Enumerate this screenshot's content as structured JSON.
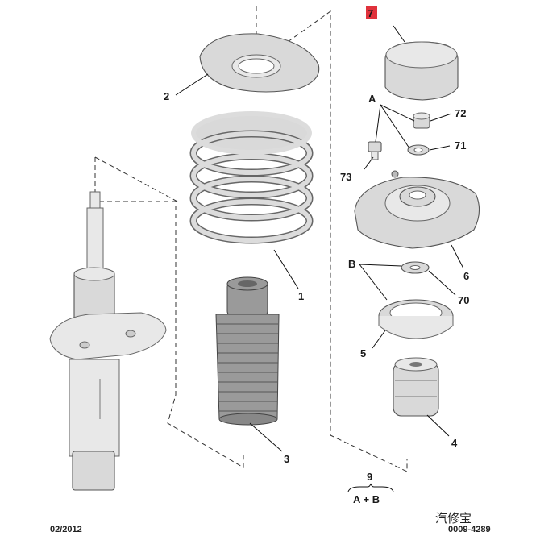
{
  "callouts": {
    "p1": "1",
    "p2": "2",
    "p3": "3",
    "p4": "4",
    "p5": "5",
    "p6": "6",
    "p7": "7",
    "p70": "70",
    "p71": "71",
    "p72": "72",
    "p73": "73",
    "gA": "A",
    "gB": "B",
    "kit_number": "9",
    "kit_formula": "A + B"
  },
  "footer": {
    "date": "02/2012",
    "watermark": "汽修宝",
    "code": "0009-4289"
  },
  "colors": {
    "highlight": "#e0323c",
    "part_fill": "#d9d9d9",
    "rubber": "#9a9a9a"
  }
}
